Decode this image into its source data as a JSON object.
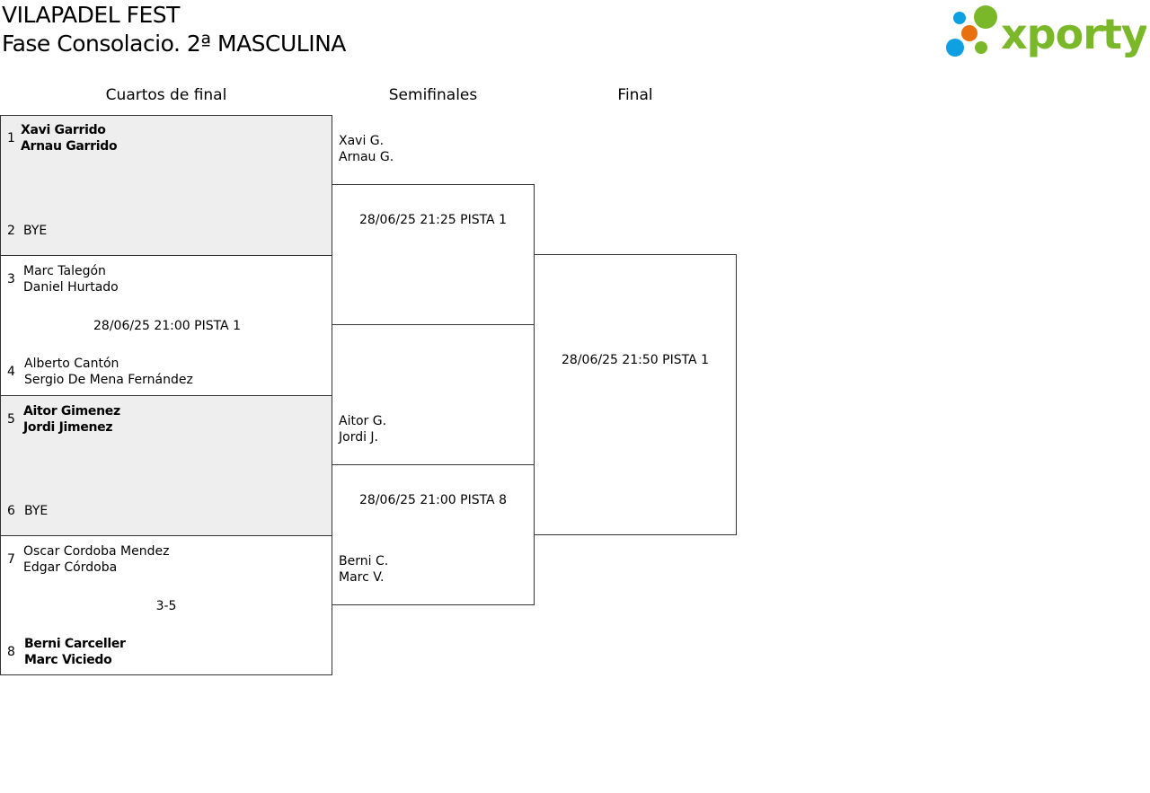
{
  "header": {
    "event": "VILAPADEL FEST",
    "phase": "Fase Consolacio. 2ª MASCULINA",
    "logo_text": "xporty"
  },
  "rounds": [
    "Cuartos de final",
    "Semifinales",
    "Final"
  ],
  "quarterfinals": [
    {
      "seed_a": "1",
      "team_a": [
        "Xavi Garrido",
        "Arnau Garrido"
      ],
      "seed_b": "2",
      "team_b": [
        "BYE"
      ],
      "info": ""
    },
    {
      "seed_a": "3",
      "team_a": [
        "Marc Talegón",
        "Daniel Hurtado"
      ],
      "seed_b": "4",
      "team_b": [
        "Alberto Cantón",
        "Sergio De Mena Fernández"
      ],
      "info": "28/06/25 21:00 PISTA 1"
    },
    {
      "seed_a": "5",
      "team_a": [
        "Aitor Gimenez",
        "Jordi Jimenez"
      ],
      "seed_b": "6",
      "team_b": [
        "BYE"
      ],
      "info": ""
    },
    {
      "seed_a": "7",
      "team_a": [
        "Oscar Cordoba Mendez",
        "Edgar Córdoba"
      ],
      "seed_b": "8",
      "team_b": [
        "Berni Carceller",
        "Marc Viciedo"
      ],
      "info": "3-5"
    }
  ],
  "semifinals": [
    {
      "team_a": [
        "Xavi G.",
        "Arnau G."
      ],
      "info": "28/06/25 21:25 PISTA 1",
      "team_b": []
    },
    {
      "team_a": [
        "Aitor G.",
        "Jordi J."
      ],
      "info": "28/06/25 21:00 PISTA 8",
      "team_b": [
        "Berni C.",
        "Marc V."
      ]
    }
  ],
  "final": {
    "info": "28/06/25 21:50 PISTA 1"
  },
  "colors": {
    "logo_green": "#7ab829",
    "logo_blue": "#0ea0e0",
    "logo_orange": "#e8700e",
    "bye_bg": "#eeeeee"
  }
}
